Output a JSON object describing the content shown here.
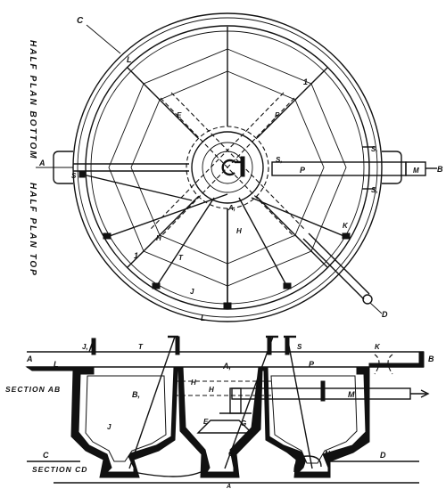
{
  "plan": {
    "side_label_bottom": "HALF PLAN BOTTOM",
    "side_label_top": "HALF PLAN TOP",
    "labels": {
      "c": "C",
      "l_top": "L",
      "one_top": "1",
      "a": "A",
      "s_left": "S",
      "s_center": "S,",
      "p": "P",
      "s1_upper": "S,",
      "s1_lower": "S,",
      "m": "M",
      "b": "B",
      "e": "E",
      "f": "F",
      "a1": "A,",
      "h_left": "H",
      "h_center": "H",
      "one_left": "1",
      "t": "T",
      "j": "J",
      "l_bottom": "L",
      "k": "K",
      "d": "D"
    }
  },
  "section": {
    "label_ab": "SECTION AB",
    "label_cd": "SECTION CD",
    "labels": {
      "a": "A",
      "l": "L",
      "j1": "J,",
      "t": "T",
      "b1": "B,",
      "a1": "A,",
      "s": "S",
      "p": "P",
      "k": "K",
      "b": "B",
      "h1": "H",
      "h2": "H",
      "m": "M",
      "j": "J",
      "e": "E",
      "g": "G",
      "c": "C",
      "g1": "G,",
      "n": "N",
      "d": "D",
      "a_bottom": "A"
    }
  }
}
